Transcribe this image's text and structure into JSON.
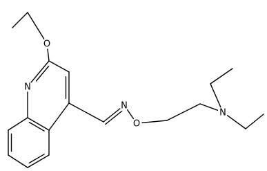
{
  "molecule": {
    "atoms": [
      {
        "id": "ethoxy_ch3",
        "element": "C",
        "label": ""
      },
      {
        "id": "ethoxy_ch2",
        "element": "C",
        "label": ""
      },
      {
        "id": "ethoxy_o",
        "element": "O",
        "label": "O"
      },
      {
        "id": "c2",
        "element": "C",
        "label": ""
      },
      {
        "id": "n1",
        "element": "N",
        "label": "N"
      },
      {
        "id": "c3",
        "element": "C",
        "label": ""
      },
      {
        "id": "c4",
        "element": "C",
        "label": ""
      },
      {
        "id": "c4a",
        "element": "C",
        "label": ""
      },
      {
        "id": "c8a",
        "element": "C",
        "label": ""
      },
      {
        "id": "c8",
        "element": "C",
        "label": ""
      },
      {
        "id": "c7",
        "element": "C",
        "label": ""
      },
      {
        "id": "c6",
        "element": "C",
        "label": ""
      },
      {
        "id": "c5",
        "element": "C",
        "label": ""
      },
      {
        "id": "ch_imine",
        "element": "C",
        "label": ""
      },
      {
        "id": "n_oxime",
        "element": "N",
        "label": "N"
      },
      {
        "id": "o_oxime",
        "element": "O",
        "label": "O"
      },
      {
        "id": "chain_c1",
        "element": "C",
        "label": ""
      },
      {
        "id": "chain_c2",
        "element": "C",
        "label": ""
      },
      {
        "id": "n_amine",
        "element": "N",
        "label": "N"
      },
      {
        "id": "et1_ch2",
        "element": "C",
        "label": ""
      },
      {
        "id": "et1_ch3",
        "element": "C",
        "label": ""
      },
      {
        "id": "et2_ch2",
        "element": "C",
        "label": ""
      },
      {
        "id": "et2_ch3",
        "element": "C",
        "label": ""
      }
    ],
    "bonds": [
      {
        "from": "ethoxy_ch3",
        "to": "ethoxy_ch2",
        "order": 1
      },
      {
        "from": "ethoxy_ch2",
        "to": "ethoxy_o",
        "order": 1
      },
      {
        "from": "ethoxy_o",
        "to": "c2",
        "order": 1
      },
      {
        "from": "c2",
        "to": "n1",
        "order": 2
      },
      {
        "from": "c2",
        "to": "c3",
        "order": 1
      },
      {
        "from": "c3",
        "to": "c4",
        "order": 2
      },
      {
        "from": "c4",
        "to": "c4a",
        "order": 1
      },
      {
        "from": "c4a",
        "to": "c8a",
        "order": 2
      },
      {
        "from": "c8a",
        "to": "n1",
        "order": 1
      },
      {
        "from": "c8a",
        "to": "c8",
        "order": 1
      },
      {
        "from": "c8",
        "to": "c7",
        "order": 2
      },
      {
        "from": "c7",
        "to": "c6",
        "order": 1
      },
      {
        "from": "c6",
        "to": "c5",
        "order": 2
      },
      {
        "from": "c5",
        "to": "c4a",
        "order": 1
      },
      {
        "from": "c4",
        "to": "ch_imine",
        "order": 1
      },
      {
        "from": "ch_imine",
        "to": "n_oxime",
        "order": 2
      },
      {
        "from": "n_oxime",
        "to": "o_oxime",
        "order": 1
      },
      {
        "from": "o_oxime",
        "to": "chain_c1",
        "order": 1
      },
      {
        "from": "chain_c1",
        "to": "chain_c2",
        "order": 1
      },
      {
        "from": "chain_c2",
        "to": "n_amine",
        "order": 1
      },
      {
        "from": "n_amine",
        "to": "et1_ch2",
        "order": 1
      },
      {
        "from": "et1_ch2",
        "to": "et1_ch3",
        "order": 1
      },
      {
        "from": "n_amine",
        "to": "et2_ch2",
        "order": 1
      },
      {
        "from": "et2_ch2",
        "to": "et2_ch3",
        "order": 1
      }
    ]
  }
}
